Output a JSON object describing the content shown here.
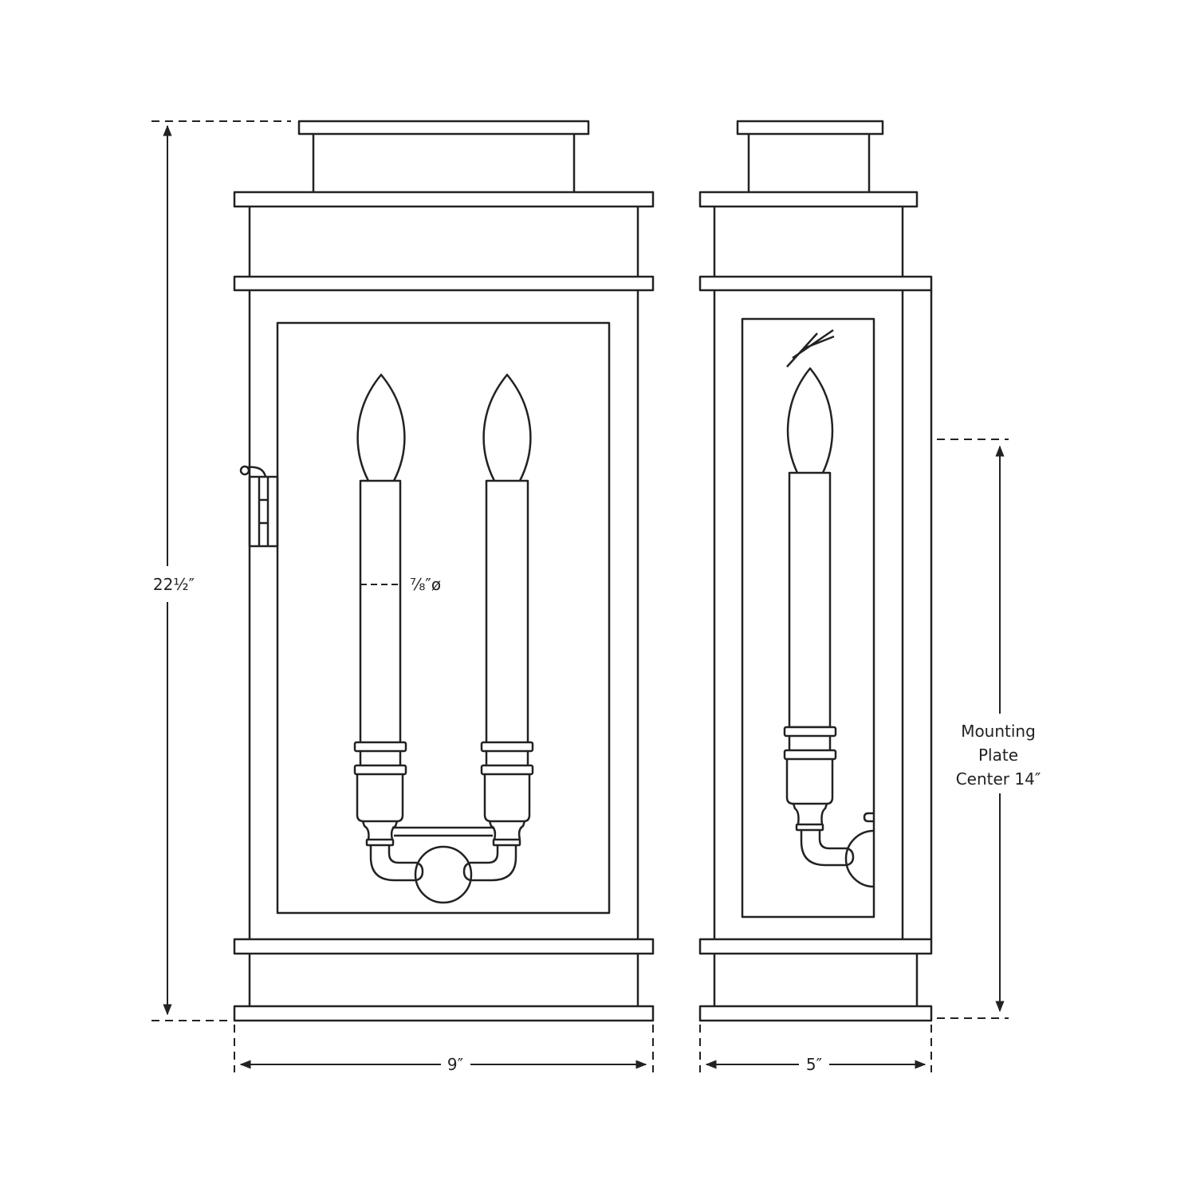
{
  "dimensions": {
    "height": "22½″",
    "front_width": "9″",
    "side_width": "5″",
    "candle_diameter": "⅞″ø",
    "mounting_plate": [
      "Mounting",
      "Plate",
      "Center 14″"
    ]
  },
  "colors": {
    "line": "#222222",
    "background": "#ffffff"
  }
}
